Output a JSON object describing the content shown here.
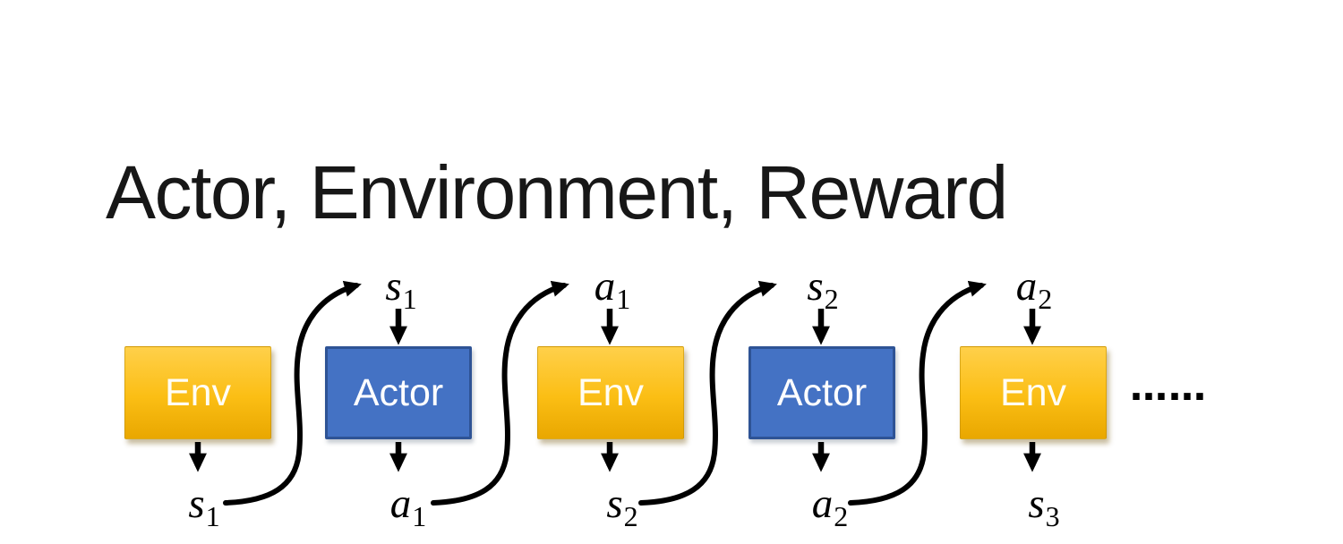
{
  "title": "Actor, Environment, Reward",
  "diagram": {
    "boxes": [
      {
        "id": "env-1",
        "label": "Env"
      },
      {
        "id": "actor-1",
        "label": "Actor"
      },
      {
        "id": "env-2",
        "label": "Env"
      },
      {
        "id": "actor-2",
        "label": "Actor"
      },
      {
        "id": "env-3",
        "label": "Env"
      }
    ],
    "top_labels": [
      {
        "base": "s",
        "sub": "1"
      },
      {
        "base": "a",
        "sub": "1"
      },
      {
        "base": "s",
        "sub": "2"
      },
      {
        "base": "a",
        "sub": "2"
      }
    ],
    "bottom_labels": [
      {
        "base": "s",
        "sub": "1"
      },
      {
        "base": "a",
        "sub": "1"
      },
      {
        "base": "s",
        "sub": "2"
      },
      {
        "base": "a",
        "sub": "2"
      },
      {
        "base": "s",
        "sub": "3"
      }
    ],
    "ellipsis": "……"
  },
  "colors": {
    "background": "#FFFFFF",
    "title_color": "#171717",
    "env_top": "#FFD04A",
    "env_mid": "#FBBE14",
    "env_bottom": "#E9A700",
    "env_text": "#FFFDF4",
    "actor_fill": "#4472C4",
    "actor_border": "#2E5395",
    "actor_text": "#FFFFFF",
    "arrow_color": "#000000"
  }
}
